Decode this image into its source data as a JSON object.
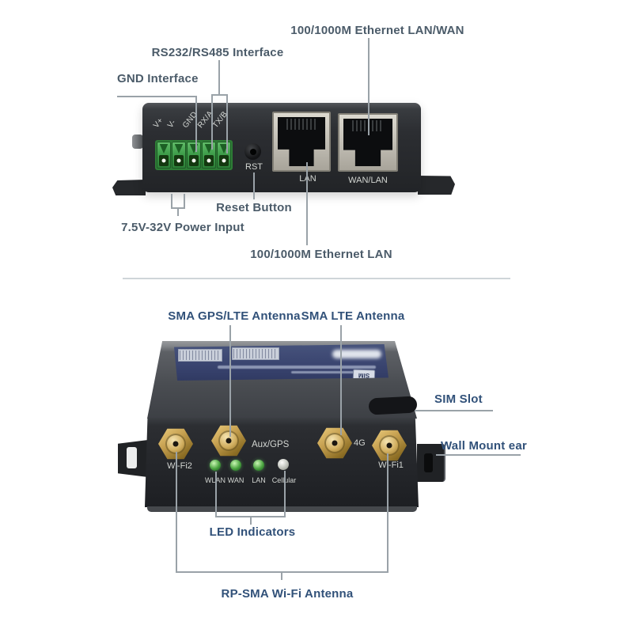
{
  "colors": {
    "label_gray": "#4b5b69",
    "label_blue": "#315179",
    "leader_line": "#9aa2a8",
    "divider": "#cfd5d9",
    "terminal_green": "#3f9e4b",
    "antenna_gold": "#c6a050",
    "led_green": "#49a33f",
    "device_text": "#d3d6d2"
  },
  "top_view": {
    "labels": {
      "ethernet_lan_wan": "100/1000M Ethernet LAN/WAN",
      "rs232_rs485": "RS232/RS485 Interface",
      "gnd": "GND Interface",
      "reset": "Reset Button",
      "power": "7.5V-32V Power Input",
      "ethernet_lan": "100/1000M Ethernet LAN"
    },
    "device": {
      "terminal_pins": [
        "V+",
        "V-",
        "GND",
        "RX/A",
        "TX/B"
      ],
      "rst": "RST",
      "lan": "LAN",
      "wan_lan": "WAN/LAN"
    }
  },
  "bottom_view": {
    "labels": {
      "sma_gps_lte": "SMA GPS/LTE Antenna",
      "sma_lte": "SMA LTE Antenna",
      "sim_slot": "SIM Slot",
      "wall_mount": "Wall Mount ear",
      "led_indicators": "LED Indicators",
      "rp_sma": "RP-SMA Wi-Fi Antenna"
    },
    "device": {
      "wifi2": "Wi-Fi2",
      "aux_gps": "Aux/GPS",
      "lte_4g": "4G",
      "wifi1": "Wi-Fi1",
      "sim_badge": "SIM",
      "leds": [
        {
          "label": "WLAN",
          "state": "on"
        },
        {
          "label": "WAN",
          "state": "on"
        },
        {
          "label": "LAN",
          "state": "on"
        },
        {
          "label": "Cellular",
          "state": "off"
        }
      ]
    }
  }
}
